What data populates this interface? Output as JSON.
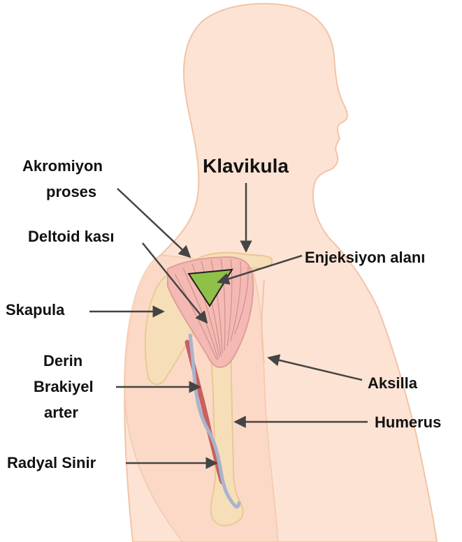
{
  "labels": {
    "akromiyon_1": "Akromiyon",
    "akromiyon_2": "proses",
    "klavikula": "Klavikula",
    "deltoid": "Deltoid kası",
    "enjeksiyon": "Enjeksiyon alanı",
    "skapula": "Skapula",
    "derin_1": "Derin",
    "derin_2": "Brakiyel",
    "derin_3": "arter",
    "aksilla": "Aksilla",
    "humerus": "Humerus",
    "radyal": "Radyal Sinir"
  },
  "colors": {
    "skin": "#fde3d3",
    "skin_outline": "#f1c4a8",
    "bone": "#f6dfb8",
    "bone_outline": "#e8c894",
    "muscle": "#f4b6b3",
    "muscle_lines": "#c98583",
    "injection_site": "#8fc048",
    "artery": "#c9605c",
    "nerve": "#a8b4cf",
    "arrow": "#444444",
    "text": "#111111"
  }
}
